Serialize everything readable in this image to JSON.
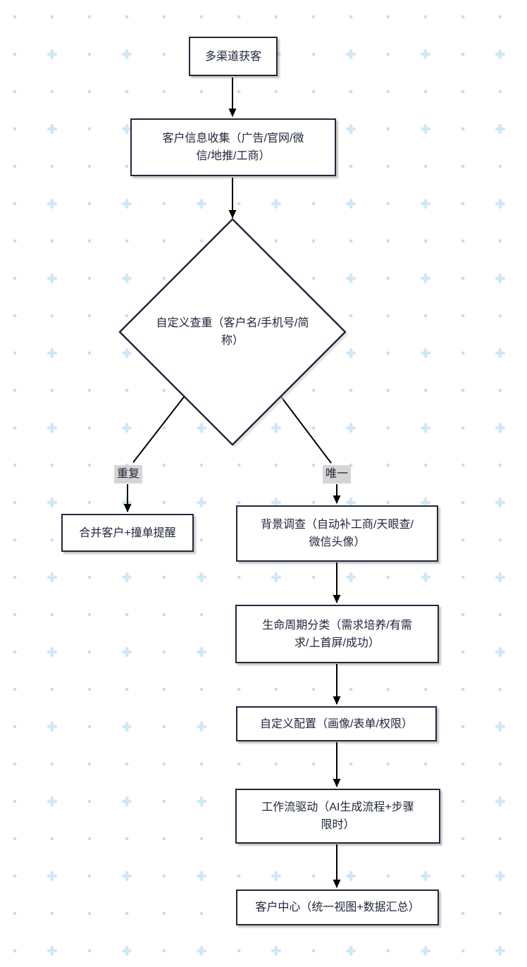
{
  "canvas": {
    "background_color": "#ffffff",
    "grid_dot_color": "#c8e2ee",
    "grid_plus_color": "#cfe9f4"
  },
  "theme": {
    "node_fill": "#ffffff",
    "node_border_color": "#23273a",
    "node_text_color": "#21263b",
    "edge_color": "#000000",
    "edge_label_background": "#d5d5d5"
  },
  "flowchart": {
    "nodes": [
      {
        "id": "multichannel-acquisition",
        "shape": "rectangle",
        "label": "多渠道获客",
        "lines": [
          "多渠道获客"
        ]
      },
      {
        "id": "customer-info-collection",
        "shape": "rectangle",
        "label": "客户信息收集（广告/官网/微信/地推/工商）",
        "lines": [
          "客户信息收集（广告/官网/微",
          "信/地推/工商）"
        ]
      },
      {
        "id": "custom-dedupe-check",
        "shape": "diamond",
        "label": "自定义查重（客户名/手机号/简称）",
        "lines": [
          "自定义查重（客户名/手机号/简",
          "称）"
        ]
      },
      {
        "id": "merge-customer-alert",
        "shape": "rectangle",
        "label": "合并客户+撞单提醒",
        "lines": [
          "合并客户+撞单提醒"
        ]
      },
      {
        "id": "background-investigation",
        "shape": "rectangle",
        "label": "背景调查（自动补工商/天眼查/微信头像）",
        "lines": [
          "背景调查（自动补工商/天眼查/",
          "微信头像）"
        ]
      },
      {
        "id": "lifecycle-classification",
        "shape": "rectangle",
        "label": "生命周期分类（需求培养/有需求/上首屏/成功）",
        "lines": [
          "生命周期分类（需求培养/有需",
          "求/上首屏/成功）"
        ]
      },
      {
        "id": "custom-configuration",
        "shape": "rectangle",
        "label": "自定义配置（画像/表单/权限）",
        "lines": [
          "自定义配置（画像/表单/权限）"
        ]
      },
      {
        "id": "workflow-driven",
        "shape": "rectangle",
        "label": "工作流驱动（AI生成流程+步骤限时）",
        "lines": [
          "工作流驱动（AI生成流程+步骤",
          "限时）"
        ]
      },
      {
        "id": "customer-center",
        "shape": "rectangle",
        "label": "客户中心（统一视图+数据汇总）",
        "lines": [
          "客户中心（统一视图+数据汇总）"
        ]
      }
    ],
    "edges": [
      {
        "from": "multichannel-acquisition",
        "to": "customer-info-collection",
        "label": ""
      },
      {
        "from": "customer-info-collection",
        "to": "custom-dedupe-check",
        "label": ""
      },
      {
        "from": "custom-dedupe-check",
        "to": "merge-customer-alert",
        "label": "重复"
      },
      {
        "from": "custom-dedupe-check",
        "to": "background-investigation",
        "label": "唯一"
      },
      {
        "from": "background-investigation",
        "to": "lifecycle-classification",
        "label": ""
      },
      {
        "from": "lifecycle-classification",
        "to": "custom-configuration",
        "label": ""
      },
      {
        "from": "custom-configuration",
        "to": "workflow-driven",
        "label": ""
      },
      {
        "from": "workflow-driven",
        "to": "customer-center",
        "label": ""
      }
    ]
  }
}
